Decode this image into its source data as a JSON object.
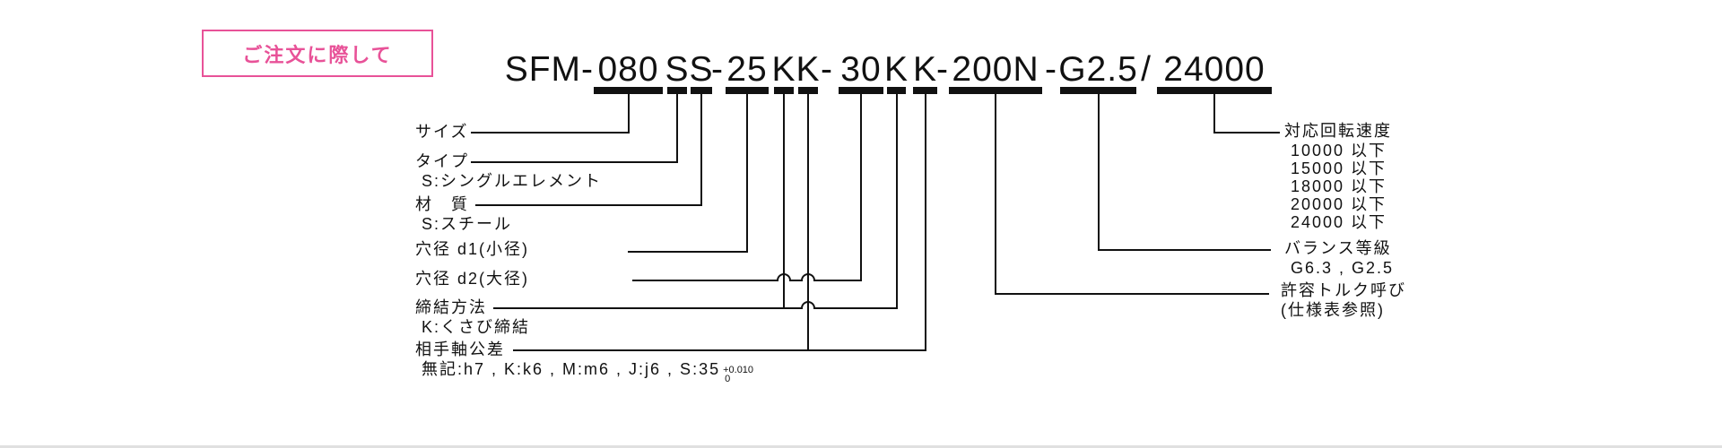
{
  "header_box": {
    "label": "ご注文に際して"
  },
  "colors": {
    "accent_pink": "#e85298",
    "ink": "#111111"
  },
  "model_code": {
    "full": "SFM-080SS-25KK-30KK-200N-G2.5/24000",
    "separators": [
      "SFM-",
      "-",
      "-",
      "-",
      "-",
      "/"
    ],
    "segments": [
      "080",
      "S",
      "S",
      "25",
      "K",
      "K",
      "30",
      "K",
      "K",
      "200N",
      "G2.5",
      "24000"
    ]
  },
  "labels": {
    "size": {
      "title": "サイズ",
      "sub": []
    },
    "type": {
      "title": "タイプ",
      "sub": [
        "S:シングルエレメント"
      ]
    },
    "material": {
      "title": "材　質",
      "sub": [
        "S:スチール"
      ]
    },
    "bore_d1": {
      "title": "穴径 d1(小径)",
      "sub": []
    },
    "bore_d2": {
      "title": "穴径 d2(大径)",
      "sub": []
    },
    "fastening": {
      "title": "締結方法",
      "sub": [
        "K:くさび締結"
      ]
    },
    "shaft_tolerance": {
      "title": "相手軸公差",
      "sub": [
        "無記:h7 , K:k6 , M:m6 , J:j6 , S:35"
      ],
      "tolerance": {
        "sup": "+0.010",
        "sub": "0"
      }
    },
    "speed": {
      "title": "対応回転速度",
      "sub": [
        "10000 以下",
        "15000 以下",
        "18000 以下",
        "20000 以下",
        "24000 以下"
      ]
    },
    "balance": {
      "title": "バランス等級",
      "sub": [
        "G6.3 , G2.5"
      ]
    },
    "torque": {
      "title": "許容トルク呼び",
      "sub": [
        "(仕様表参照)"
      ]
    }
  }
}
